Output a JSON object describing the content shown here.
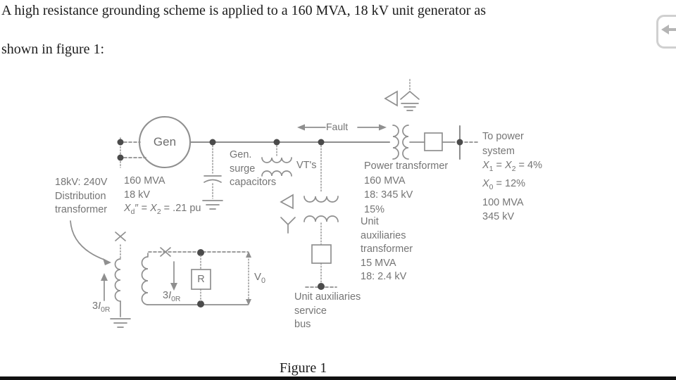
{
  "colors": {
    "line": "#8f8f8f",
    "dot": "#4b4b4b",
    "label": "#757575",
    "ink": "#1c1c1c",
    "icon_border": "#d0d0d0",
    "icon_arrow": "#b5b5b5",
    "bottom_bar": "#101010"
  },
  "intro": {
    "line1": "A high resistance grounding scheme is applied to a 160 MVA, 18 kV unit generator as",
    "line2": "shown in figure 1:"
  },
  "figure": {
    "caption": "Figure 1"
  },
  "labels": {
    "gen": "Gen",
    "fault": "Fault",
    "vts": "VT's",
    "surge": [
      "Gen.",
      "surge",
      "capacitors"
    ],
    "dist_tx": [
      "18kV: 240V",
      "Distribution",
      "transformer"
    ],
    "gen_ratings": [
      "160 MVA",
      "18 kV"
    ],
    "gen_xd_rich": [
      {
        "t": "X",
        "i": 1
      },
      {
        "t": "d",
        "s": "sub"
      },
      {
        "t": "″ = "
      },
      {
        "t": "X",
        "i": 1
      },
      {
        "t": "2",
        "s": "sub"
      },
      {
        "t": " = .21 pu"
      }
    ],
    "power_tx": [
      "Power transformer",
      "160 MVA",
      "18: 345 kV",
      "15%"
    ],
    "unit_aux_tx": [
      "Unit",
      "auxiliaries",
      "transformer",
      "15 MVA",
      "18: 2.4 kV"
    ],
    "service_bus": [
      "Unit auxiliaries",
      "service",
      "bus"
    ],
    "to_power_system": [
      "To power",
      "system"
    ],
    "sys_x12_rich": [
      {
        "t": "X",
        "i": 1
      },
      {
        "t": "1",
        "s": "sub"
      },
      {
        "t": " = "
      },
      {
        "t": "X",
        "i": 1
      },
      {
        "t": "2",
        "s": "sub"
      },
      {
        "t": " = 4%"
      }
    ],
    "sys_x0_rich": [
      {
        "t": "X",
        "i": 1
      },
      {
        "t": "0",
        "s": "sub"
      },
      {
        "t": " = 12%"
      }
    ],
    "sys_ratings": [
      "100 MVA",
      "345 kV"
    ],
    "resistor": "R",
    "v0_rich": [
      {
        "t": "V"
      },
      {
        "t": "0",
        "s": "sub"
      }
    ],
    "i0r_rich": [
      {
        "t": "3"
      },
      {
        "t": "I",
        "i": 1
      },
      {
        "t": "0R",
        "s": "sub"
      }
    ]
  }
}
